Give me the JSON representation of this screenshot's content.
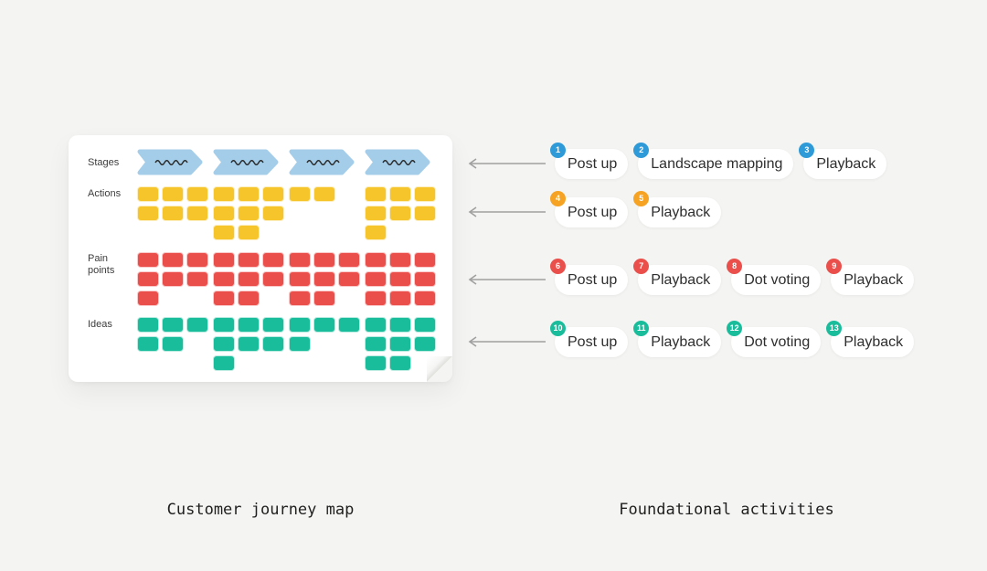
{
  "page": {
    "background_color": "#f4f4f2"
  },
  "journey_map": {
    "caption": "Customer journey map",
    "stages": {
      "label": "Stages",
      "count": 4,
      "color": "#a4cdea",
      "squiggle_color": "#2b2b2b"
    },
    "note_rows": [
      {
        "key": "actions",
        "label": "Actions",
        "color": "#f5c52b",
        "groups": [
          [
            3,
            3
          ],
          [
            3,
            3,
            2
          ],
          [
            2
          ],
          [
            3,
            3,
            1
          ]
        ]
      },
      {
        "key": "pain_points",
        "label": "Pain points",
        "color": "#ea4f4b",
        "groups": [
          [
            3,
            3,
            1
          ],
          [
            3,
            3,
            2
          ],
          [
            3,
            3,
            2
          ],
          [
            3,
            3,
            3
          ]
        ]
      },
      {
        "key": "ideas",
        "label": "Ideas",
        "color": "#19bc9b",
        "groups": [
          [
            3,
            2
          ],
          [
            3,
            3,
            1
          ],
          [
            3,
            1
          ],
          [
            3,
            3,
            2
          ]
        ]
      }
    ]
  },
  "arrows": {
    "count": 4,
    "direction": "left",
    "color": "#a0a0a0"
  },
  "activities": {
    "caption": "Foundational activities",
    "rows": [
      {
        "badge_color": "#2e9ad8",
        "items": [
          {
            "number": "1",
            "label": "Post up"
          },
          {
            "number": "2",
            "label": "Landscape mapping"
          },
          {
            "number": "3",
            "label": "Playback"
          }
        ]
      },
      {
        "badge_color": "#f6a323",
        "items": [
          {
            "number": "4",
            "label": "Post up"
          },
          {
            "number": "5",
            "label": "Playback"
          }
        ]
      },
      {
        "badge_color": "#ea4f4b",
        "items": [
          {
            "number": "6",
            "label": "Post up"
          },
          {
            "number": "7",
            "label": "Playback"
          },
          {
            "number": "8",
            "label": "Dot voting"
          },
          {
            "number": "9",
            "label": "Playback"
          }
        ]
      },
      {
        "badge_color": "#19bc9b",
        "items": [
          {
            "number": "10",
            "label": "Post up"
          },
          {
            "number": "11",
            "label": "Playback"
          },
          {
            "number": "12",
            "label": "Dot voting"
          },
          {
            "number": "13",
            "label": "Playback"
          }
        ]
      }
    ]
  }
}
